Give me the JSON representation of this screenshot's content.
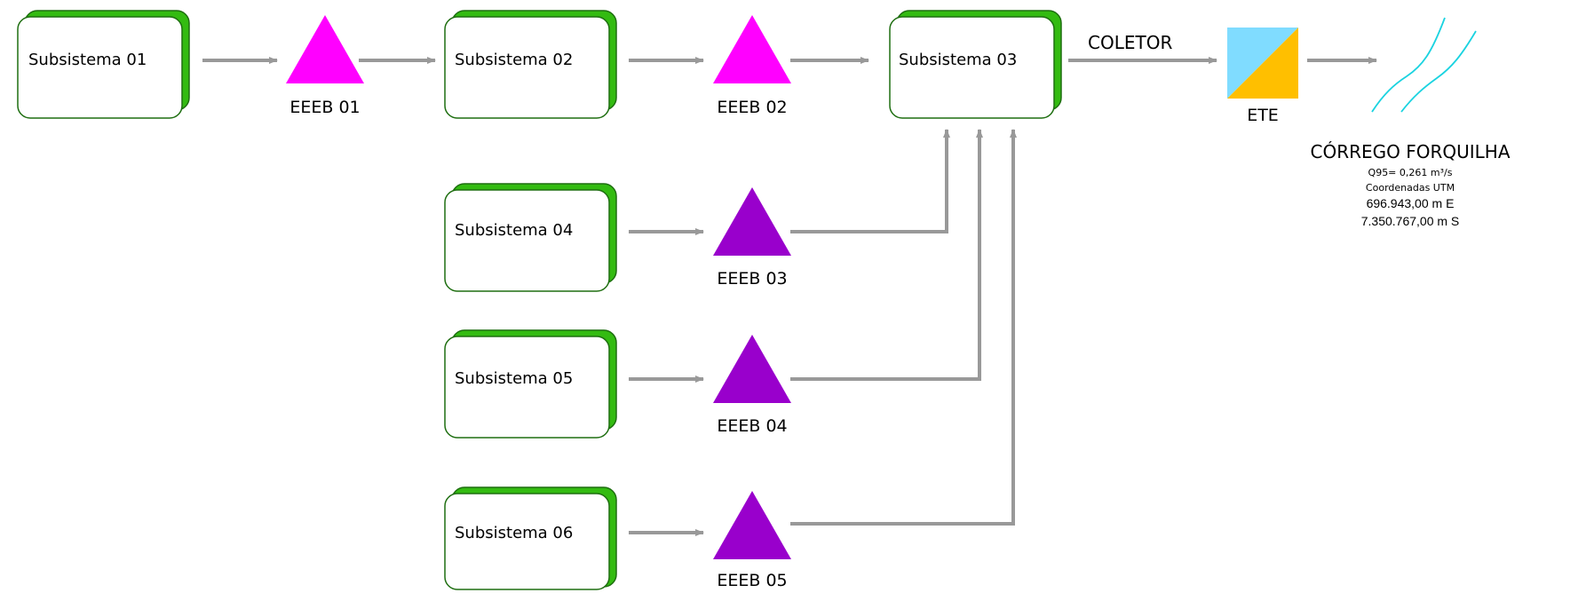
{
  "subsystems": {
    "s01": "Subsistema 01",
    "s02": "Subsistema 02",
    "s03": "Subsistema 03",
    "s04": "Subsistema 04",
    "s05": "Subsistema 05",
    "s06": "Subsistema 06"
  },
  "pumps": {
    "p01": "EEEB 01",
    "p02": "EEEB 02",
    "p03": "EEEB 03",
    "p04": "EEEB 04",
    "p05": "EEEB 05"
  },
  "coletor_label": "COLETOR",
  "ete_label": "ETE",
  "receiver": {
    "name": "CÓRREGO FORQUILHA",
    "flow": "Q95= 0,261 m³/s",
    "coord_title": "Coordenadas UTM",
    "coord_e": "696.943,00 m E",
    "coord_s": "7.350.767,00 m S"
  },
  "colors": {
    "box_shadow_fill": "#33bb11",
    "box_stroke": "#1e6e10",
    "pump_magenta": "#ff00ff",
    "pump_purple": "#9900cc",
    "arrow_gray": "#999999",
    "ete_blue": "#80dcff",
    "ete_orange": "#ffbf00",
    "river_cyan": "#1ad3e0"
  },
  "icons": {
    "pump_station": "triangle",
    "treatment_plant": "split-square",
    "river": "wavy-lines"
  }
}
